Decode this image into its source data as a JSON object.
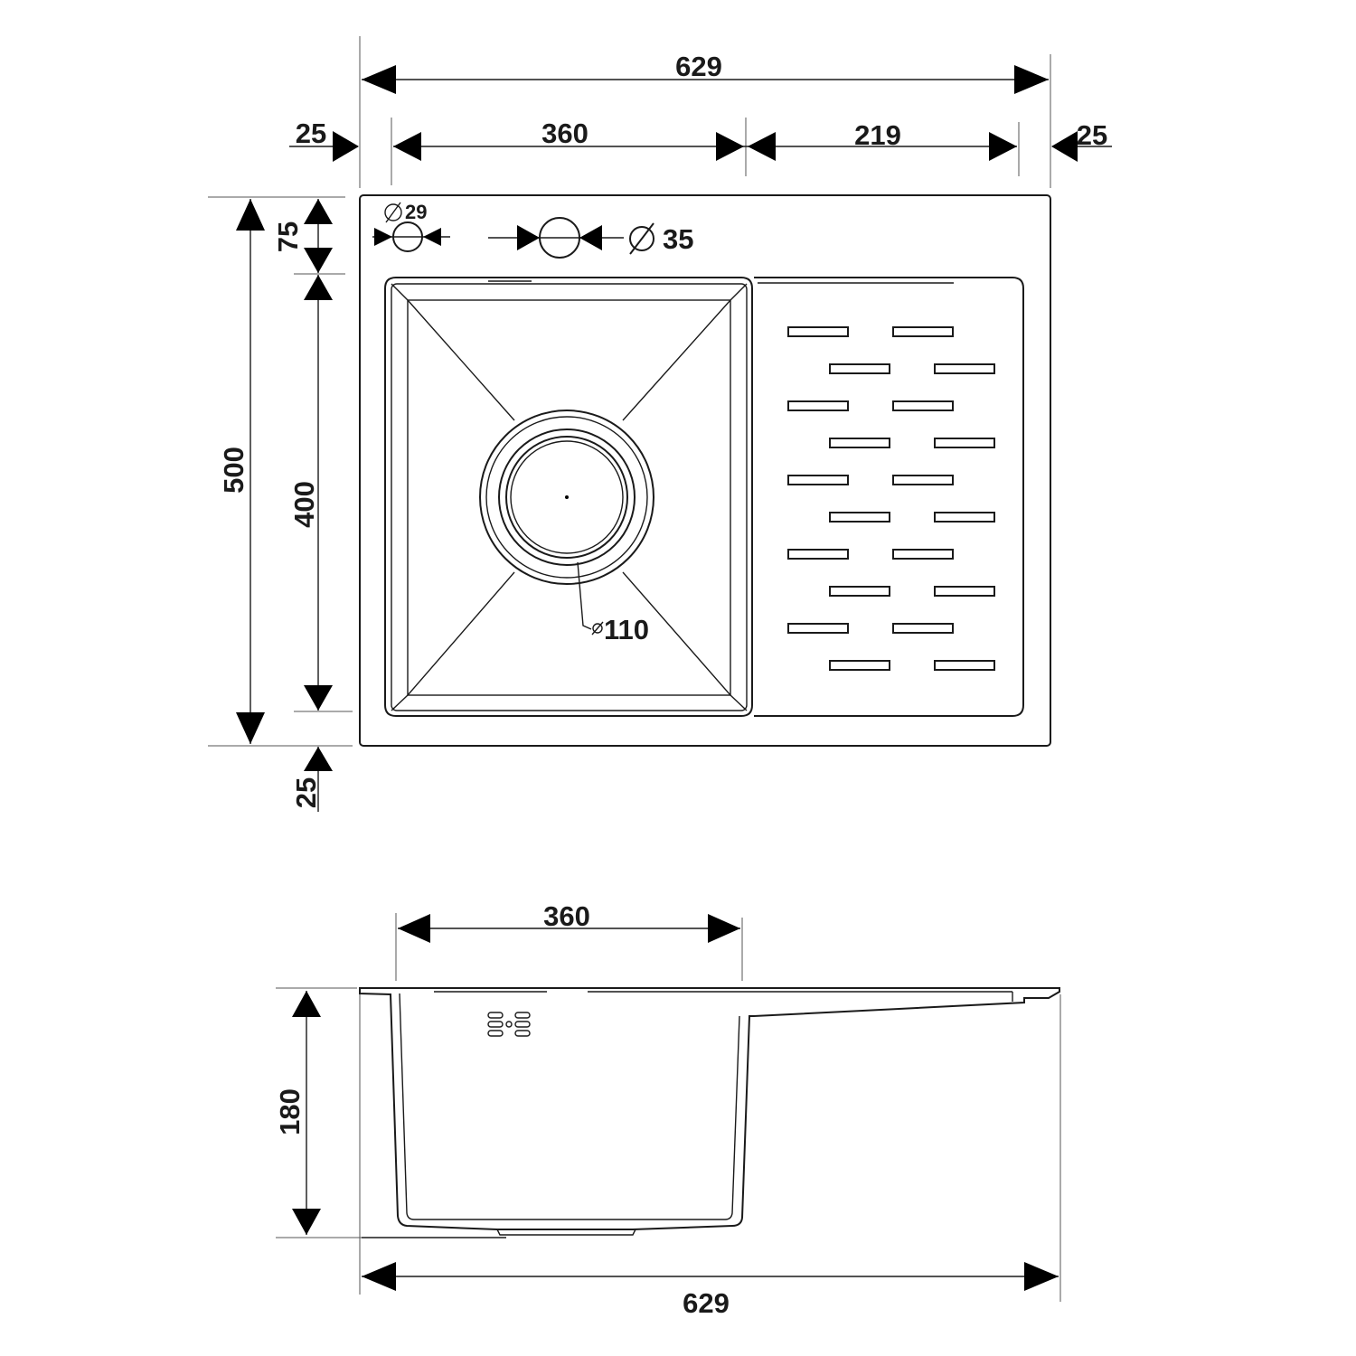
{
  "palette": {
    "ink": "#1a1a1a",
    "paper": "#ffffff"
  },
  "top_view": {
    "overall_width": "629",
    "left_margin": "25",
    "bowl_width": "360",
    "drainer_width": "219",
    "right_margin": "25",
    "overall_depth": "500",
    "tap_offset": "75",
    "bowl_depth": "400",
    "bottom_margin": "25",
    "small_hole": "29",
    "tap_hole": "35",
    "drain": "110"
  },
  "side_view": {
    "bowl_width": "360",
    "bowl_height": "180",
    "overall_width": "629"
  }
}
